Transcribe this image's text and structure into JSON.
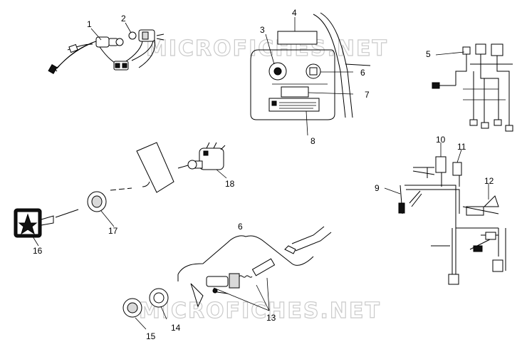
{
  "watermark": {
    "top": "MICROFICHES.NET",
    "bottom": "MICROFICHES.NET"
  },
  "callouts": {
    "c1": "1",
    "c2": "2",
    "c3": "3",
    "c4": "4",
    "c5": "5",
    "c6a": "6",
    "c6b": "6",
    "c7": "7",
    "c8": "8",
    "c9": "9",
    "c10": "10",
    "c11": "11",
    "c12": "12",
    "c13": "13",
    "c14": "14",
    "c15": "15",
    "c16": "16",
    "c17": "17",
    "c18": "18"
  }
}
